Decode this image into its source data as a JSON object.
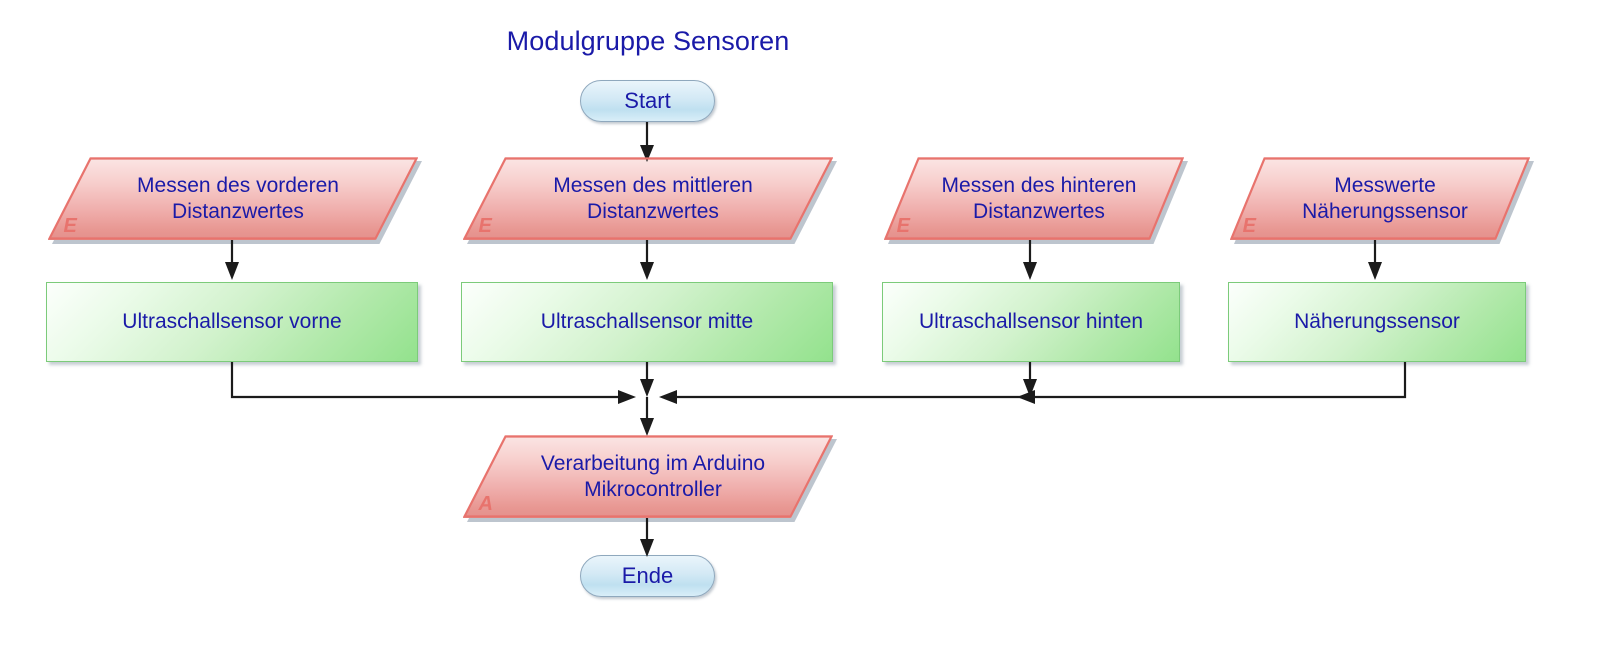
{
  "title": "Modulgruppe Sensoren",
  "terminators": {
    "start": {
      "label": "Start"
    },
    "end": {
      "label": "Ende"
    }
  },
  "inputs": [
    {
      "label": "Messen des vorderen\nDistanzwertes",
      "tag": "E"
    },
    {
      "label": "Messen des mittleren\nDistanzwertes",
      "tag": "E"
    },
    {
      "label": "Messen des hinteren\nDistanzwertes",
      "tag": "E"
    },
    {
      "label": "Messwerte\nNäherungssensor",
      "tag": "E"
    }
  ],
  "processes": [
    {
      "label": "Ultraschallsensor vorne"
    },
    {
      "label": "Ultraschallsensor mitte"
    },
    {
      "label": "Ultraschallsensor hinten"
    },
    {
      "label": "Näherungssensor"
    }
  ],
  "output": {
    "label": "Verarbeitung im Arduino\nMikrocontroller",
    "tag": "A"
  },
  "colors": {
    "text_blue": "#1a1aa8",
    "input_border": "#e8736d",
    "input_fill_top": "#fbe6e5",
    "input_fill_bottom": "#e4908c",
    "process_border": "#7ccb7a",
    "process_fill_top": "#fcfffc",
    "process_fill_bottom": "#93e28d",
    "terminator_border": "#8fa8bd",
    "terminator_fill": "#cfe7f4",
    "connector": "#1b1b1b",
    "background": "#ffffff"
  }
}
